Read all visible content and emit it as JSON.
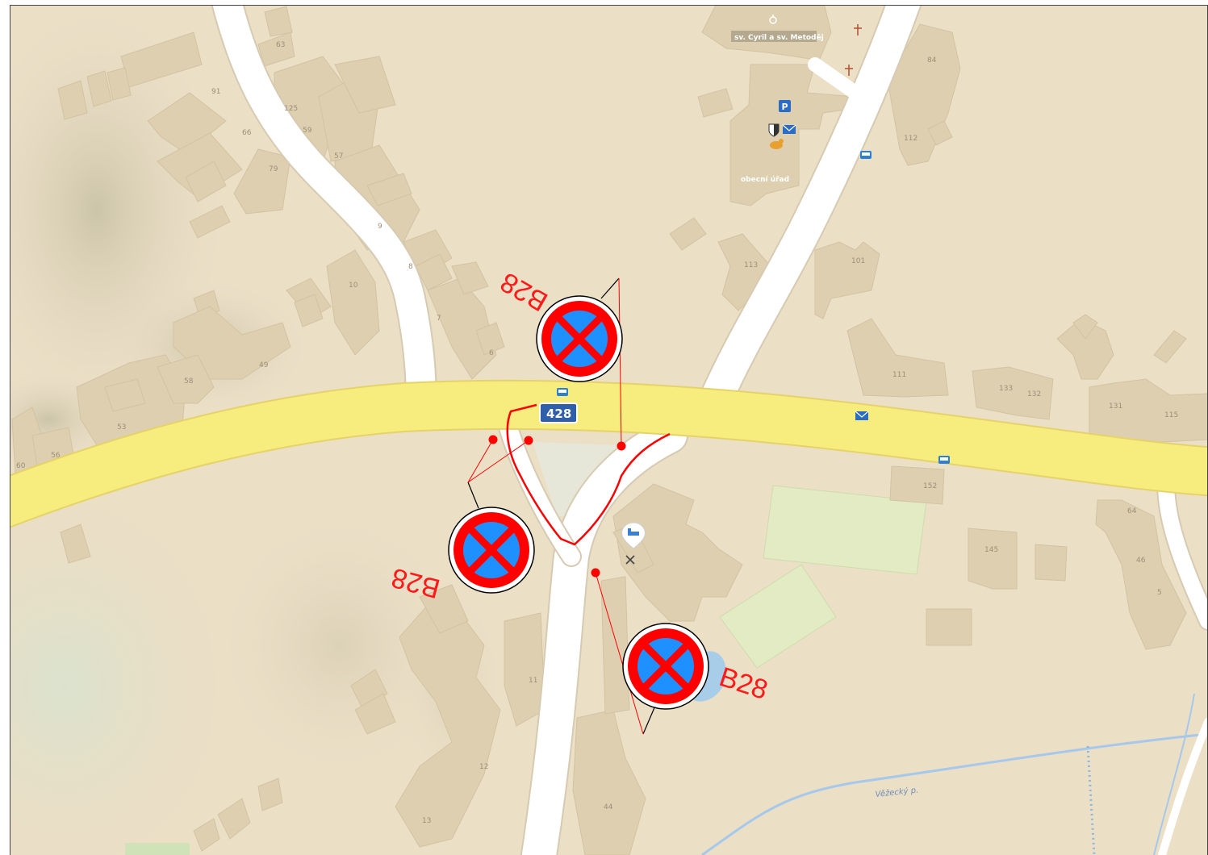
{
  "map": {
    "road_number": "428",
    "pois": {
      "church": "sv. Cyril a sv. Metoděj",
      "municipal_office": "obecní úřad",
      "parking": "P"
    },
    "stream_name": "Věžecký p.",
    "house_numbers": {
      "n63": "63",
      "n91": "91",
      "n125": "125",
      "n59": "59",
      "n66": "66",
      "n57": "57",
      "n79": "79",
      "n9": "9",
      "n8": "8",
      "n10": "10",
      "n7": "7",
      "n6": "6",
      "n49": "49",
      "n58": "58",
      "n53": "53",
      "n56": "56",
      "n60": "60",
      "n84": "84",
      "n112": "112",
      "n113": "113",
      "n101": "101",
      "n111": "111",
      "n133": "133",
      "n132": "132",
      "n131": "131",
      "n115": "115",
      "n152": "152",
      "n64": "64",
      "n145": "145",
      "n46": "46",
      "n5": "5",
      "n11": "11",
      "n12": "12",
      "n13": "13",
      "n44": "44"
    },
    "icons": [
      "church-icon",
      "cross-icon",
      "parking-icon",
      "coat-of-arms-icon",
      "post-icon",
      "playground-icon",
      "bus-stop-icon",
      "hotel-icon",
      "restaurant-icon"
    ]
  },
  "signs": [
    {
      "id": "B28",
      "label": "B28"
    },
    {
      "id": "B28",
      "label": "B28"
    },
    {
      "id": "B28",
      "label": "B28"
    }
  ],
  "colors": {
    "sign_red": "#ff0000",
    "sign_blue": "#1e90ff",
    "main_road": "#f7ec7e",
    "background": "#ebdfc6"
  }
}
